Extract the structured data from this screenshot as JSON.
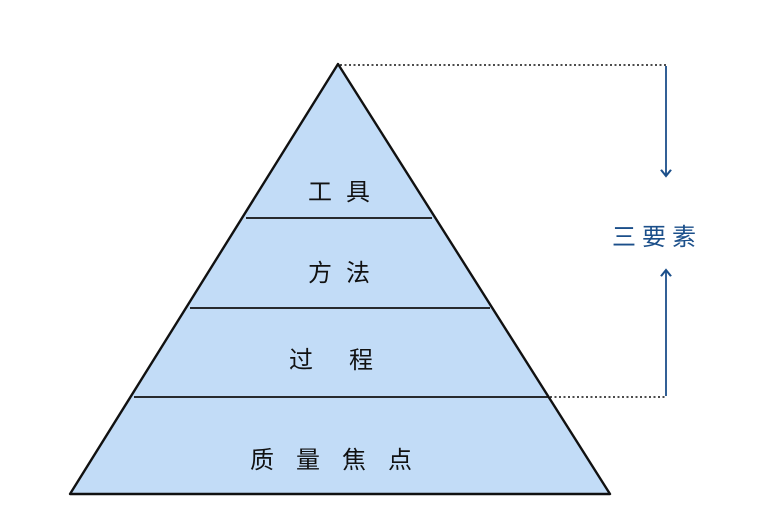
{
  "diagram": {
    "layers": [
      {
        "id": "tools",
        "label": "工具"
      },
      {
        "id": "methods",
        "label": "方法"
      },
      {
        "id": "process",
        "label": "过程"
      },
      {
        "id": "quality",
        "label": "质量焦点"
      }
    ],
    "side_label": "三要素",
    "colors": {
      "fill": "#c2dcf7",
      "outline": "#111111",
      "arrow": "#1b4f8a"
    }
  }
}
